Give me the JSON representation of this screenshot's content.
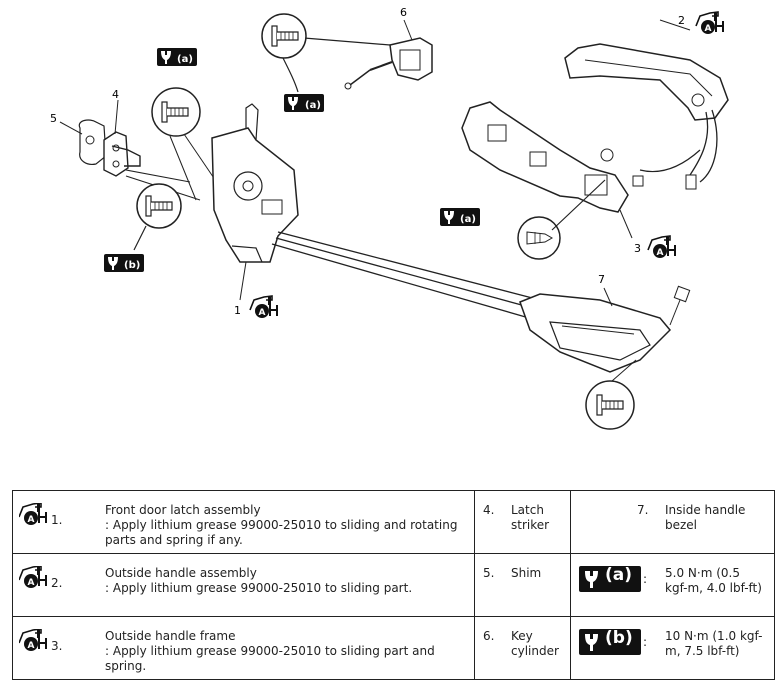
{
  "diagram": {
    "callouts": [
      "1",
      "2",
      "3",
      "4",
      "5",
      "6",
      "7"
    ],
    "torque_a": "(a)",
    "torque_b": "(b)"
  },
  "legend": {
    "row1": {
      "col1_num": "1.",
      "col1_text": "Front door latch assembly\n: Apply lithium grease 99000-25010 to sliding and rotating parts and spring if any.",
      "col2_num": "4.",
      "col2_text": "Latch striker",
      "col3_num": "7.",
      "col3_text": "Inside handle bezel"
    },
    "row2": {
      "col1_num": "2.",
      "col1_text": "Outside handle assembly\n: Apply lithium grease 99000-25010 to sliding part.",
      "col2_num": "5.",
      "col2_text": "Shim",
      "col3_label": "(a)",
      "col3_text": "5.0 N·m (0.5 kgf-m, 4.0 lbf-ft)"
    },
    "row3": {
      "col1_num": "3.",
      "col1_text": "Outside handle frame\n: Apply lithium grease 99000-25010 to sliding part and spring.",
      "col2_num": "6.",
      "col2_text": "Key cylinder",
      "col3_label": "(b)",
      "col3_text": "10 N·m (1.0 kgf-m, 7.5 lbf-ft)"
    }
  }
}
